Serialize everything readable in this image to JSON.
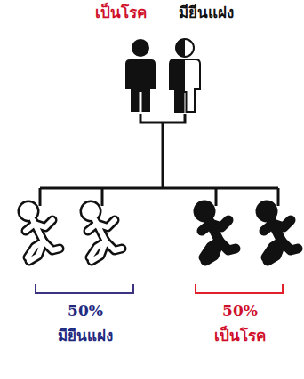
{
  "diagram": {
    "labels": [
      "เป็นโรค",
      "มียีนแฝง",
      "50%",
      "50%",
      "มียีนแฝง",
      "เป็นโรค"
    ]
  }
}
